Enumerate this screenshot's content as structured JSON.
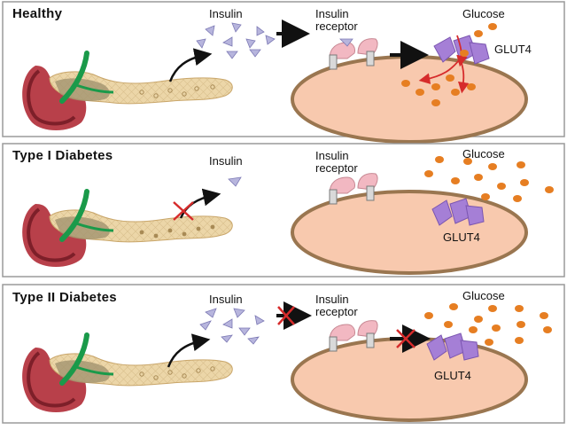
{
  "panels": [
    {
      "id": "healthy",
      "title": "Healthy",
      "insulin_label": "Insulin",
      "receptor_label_line1": "Insulin",
      "receptor_label_line2": "receptor",
      "glucose_label": "Glucose",
      "glut4_label": "GLUT4"
    },
    {
      "id": "type1",
      "title": "Type I Diabetes",
      "insulin_label": "Insulin",
      "receptor_label_line1": "Insulin",
      "receptor_label_line2": "receptor",
      "glucose_label": "Glucose",
      "glut4_label": "GLUT4"
    },
    {
      "id": "type2",
      "title": "Type II Diabetes",
      "insulin_label": "Insulin",
      "receptor_label_line1": "Insulin",
      "receptor_label_line2": "receptor",
      "glucose_label": "Glucose",
      "glut4_label": "GLUT4"
    }
  ],
  "colors": {
    "panel_border": "#9a9a9a",
    "cell_fill": "#f8c9ae",
    "cell_border": "#9a7650",
    "glucose": "#e67e22",
    "insulin": "#b7b5dd",
    "glut4": "#a57fd6",
    "block_x": "#d62b2b",
    "pancreas": "#ecd6a8",
    "stomach": "#b8404a",
    "duct": "#1a9a4a"
  }
}
